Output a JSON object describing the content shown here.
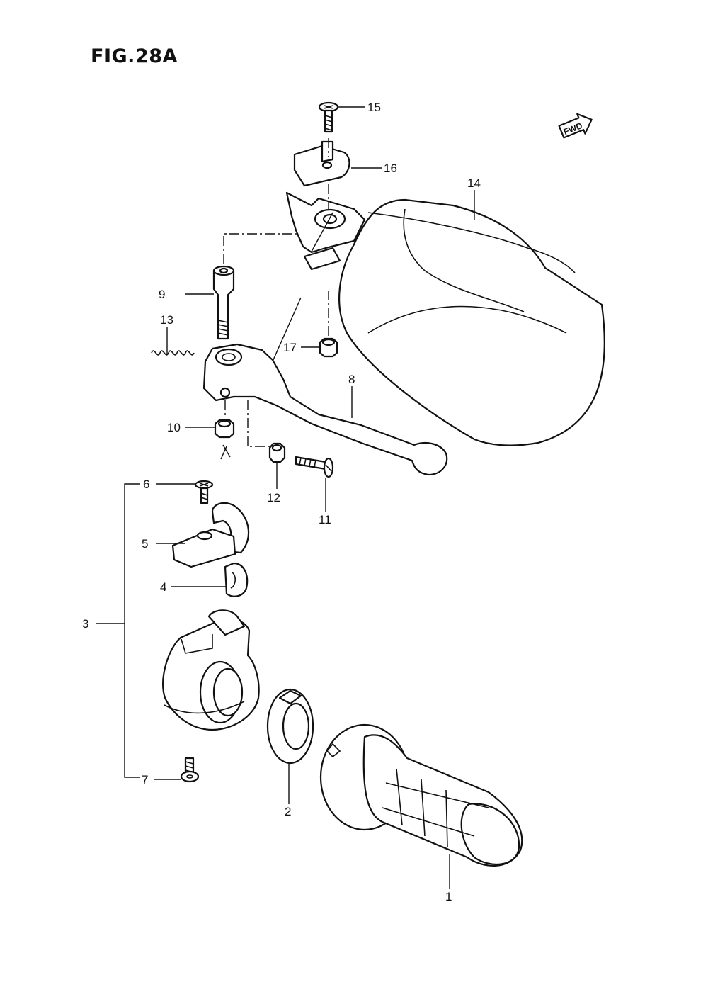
{
  "figure": {
    "title": "FIG.28A"
  },
  "fwd_indicator": {
    "label": "FWD"
  },
  "callouts": [
    {
      "id": "c1",
      "label": "1"
    },
    {
      "id": "c2",
      "label": "2"
    },
    {
      "id": "c3",
      "label": "3"
    },
    {
      "id": "c4",
      "label": "4"
    },
    {
      "id": "c5",
      "label": "5"
    },
    {
      "id": "c6",
      "label": "6"
    },
    {
      "id": "c7",
      "label": "7"
    },
    {
      "id": "c8",
      "label": "8"
    },
    {
      "id": "c9",
      "label": "9"
    },
    {
      "id": "c10",
      "label": "10"
    },
    {
      "id": "c11",
      "label": "11"
    },
    {
      "id": "c12",
      "label": "12"
    },
    {
      "id": "c13",
      "label": "13"
    },
    {
      "id": "c14",
      "label": "14"
    },
    {
      "id": "c15",
      "label": "15"
    },
    {
      "id": "c16",
      "label": "16"
    },
    {
      "id": "c17",
      "label": "17"
    }
  ]
}
